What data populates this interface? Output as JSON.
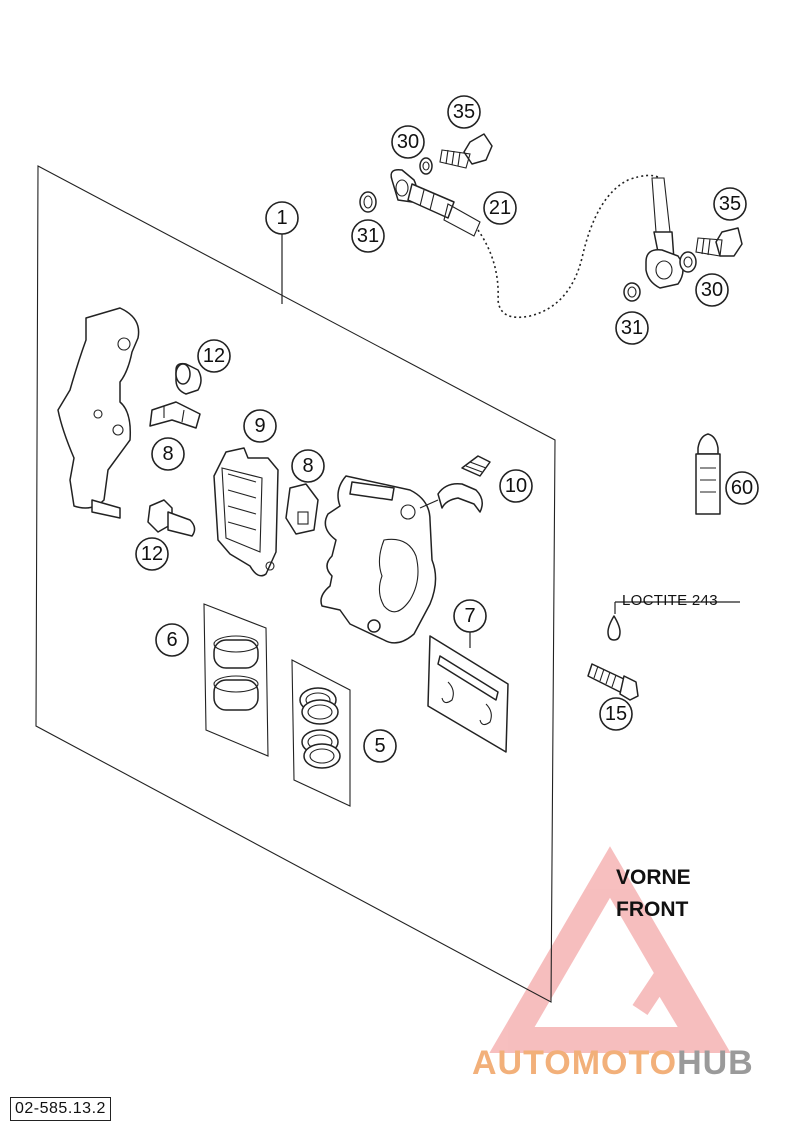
{
  "callouts": {
    "c1": "1",
    "c5": "5",
    "c6": "6",
    "c7": "7",
    "c8a": "8",
    "c8b": "8",
    "c9": "9",
    "c10": "10",
    "c12a": "12",
    "c12b": "12",
    "c15": "15",
    "c21": "21",
    "c30a": "30",
    "c30b": "30",
    "c31a": "31",
    "c31b": "31",
    "c35a": "35",
    "c35b": "35",
    "c60": "60"
  },
  "note": "LOCTITE 243",
  "direction": {
    "line1": "VORNE",
    "line2": "FRONT"
  },
  "doc_code": "02-585.13.2",
  "watermark": {
    "part1": "AUTOMOTO",
    "part2": "HUB",
    "colors": {
      "accent": "#f2b07a",
      "gray": "#9a9a9a",
      "triangle": "#f08a8a"
    }
  }
}
